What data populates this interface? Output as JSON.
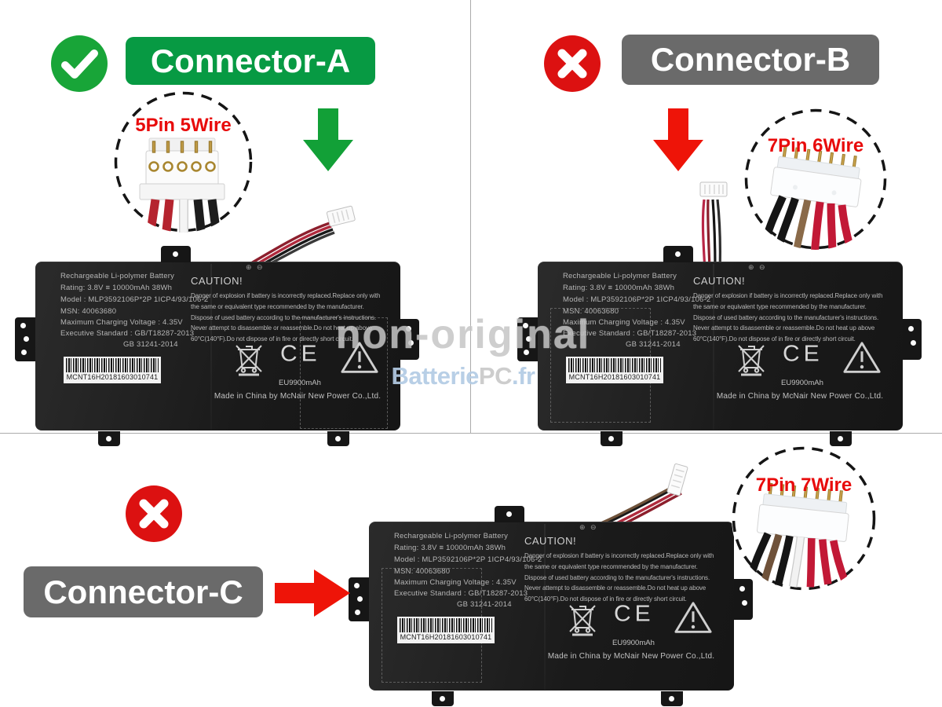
{
  "sections": {
    "a": {
      "title": "Connector-A",
      "status": "approved",
      "pin_label": "5Pin 5Wire"
    },
    "b": {
      "title": "Connector-B",
      "status": "rejected",
      "pin_label": "7Pin 6Wire"
    },
    "c": {
      "title": "Connector-C",
      "status": "rejected",
      "pin_label": "7Pin 7Wire"
    }
  },
  "watermark": {
    "title": "non-original",
    "brand_part1": "Batterie",
    "brand_part2": "PC",
    "brand_part3": ".fr"
  },
  "battery_label": {
    "brand_line": "Rechargeable Li-polymer Battery",
    "rating": "Rating:  3.8V ≡ 10000mAh 38Wh",
    "model": "Model :  MLP3592106P*2P  1ICP4/93/106-2",
    "msn": "MSN:  40063680",
    "max_charging_voltage": "Maximum Charging Voltage :  4.35V",
    "executive_standard": "Executive Standard :  GB/T18287-2013",
    "executive_standard_2": "GB 31241-2014",
    "barcode_number": "MCNT16H20181603010741",
    "polarity": "⊕ ⊖",
    "caution_title": "CAUTION!",
    "caution_lines": [
      "Danger of explosion if battery is incorrectly replaced.Replace only with",
      "the same or equivalent type recommended by the manufacturer.",
      "Dispose of used battery according to the manufacturer's  instructions.",
      "Never attempt to disassemble or reassemble.Do not heat up above",
      "60°C(140°F).Do not dispose of in fire or directly short circuit."
    ],
    "ce_mark": "CE",
    "capacity": "EU9900mAh",
    "made_in": "Made in China by McNair New Power Co.,Ltd."
  },
  "colors": {
    "banner_green": "#079a43",
    "check_green": "#18a538",
    "cross_red": "#dc1111",
    "arrow_green": "#12a037",
    "arrow_red": "#ee1408",
    "banner_gray": "#6a6a6a",
    "pin_label_red": "#e80b0b",
    "battery_black": "#1e1e1e",
    "label_text_gray": "#b6b6b6",
    "watermark_gray": "#c6c6c6",
    "watermark_blue": "#b3cbe4"
  }
}
